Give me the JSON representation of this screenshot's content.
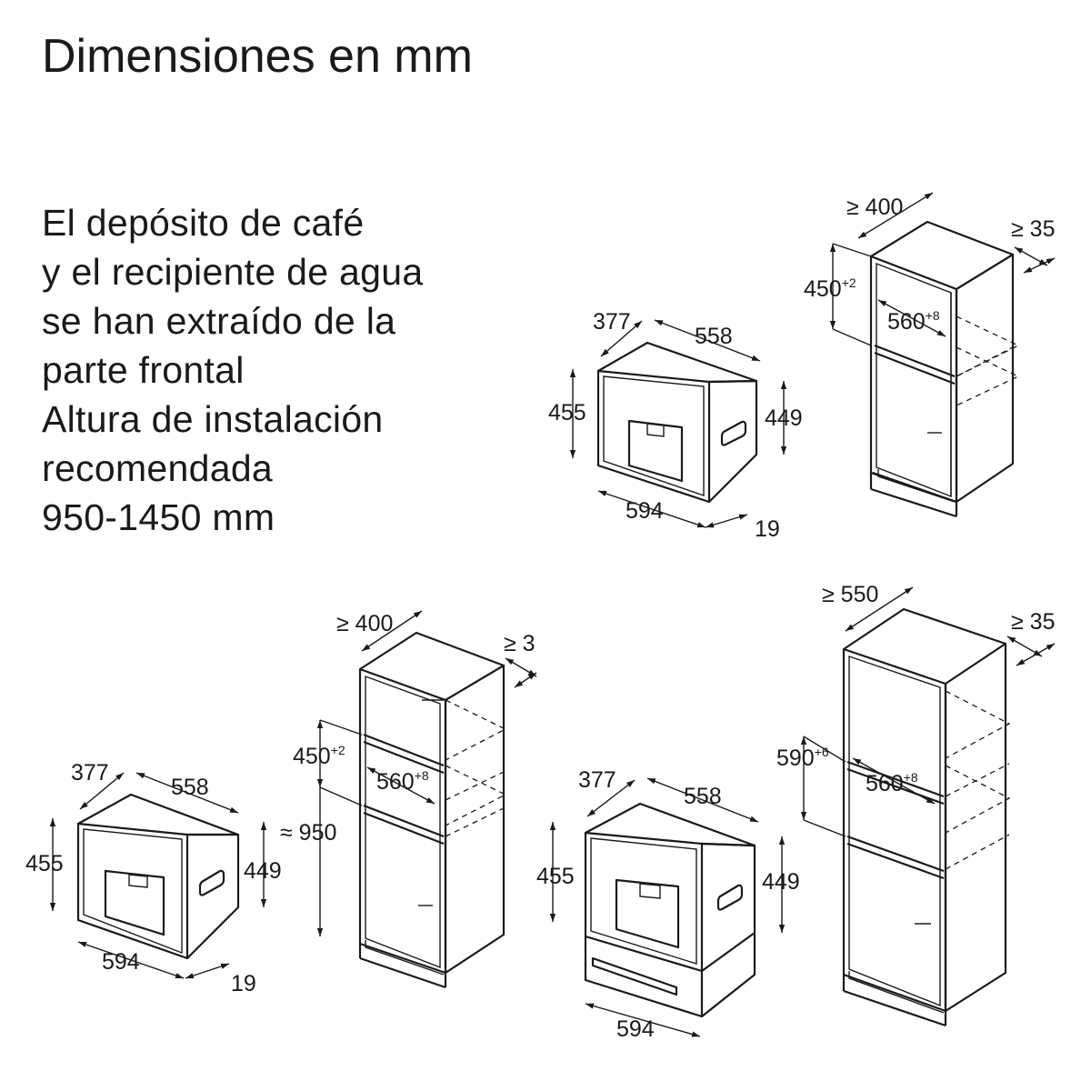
{
  "title": "Dimensiones en mm",
  "notes": [
    "El depósito de café",
    "y el recipiente de agua",
    "se han extraído de la",
    "parte frontal",
    "Altura de instalación",
    "recomendada",
    "950-1450 mm"
  ],
  "appliance_top": {
    "depth": "377",
    "width_top": "558",
    "height": "455",
    "height_side": "449",
    "width": "594",
    "panel": "19"
  },
  "cabinet_top": {
    "min_width": "≥ 400",
    "min_gap": "≥ 35",
    "niche_height": "450",
    "niche_height_tol": "+2",
    "niche_width": "560",
    "niche_width_tol": "+8"
  },
  "appliance_bl": {
    "depth": "377",
    "width_top": "558",
    "height": "455",
    "height_side": "449",
    "width": "594",
    "panel": "19"
  },
  "cabinet_bl": {
    "min_width": "≥ 400",
    "min_gap": "≥ 3",
    "niche_height": "450",
    "niche_height_tol": "+2",
    "niche_width": "560",
    "niche_width_tol": "+8",
    "install_height": "≈ 950"
  },
  "appliance_br": {
    "depth": "377",
    "width_top": "558",
    "height": "455",
    "height_side": "449",
    "width": "594"
  },
  "cabinet_br": {
    "min_width": "≥ 550",
    "min_gap": "≥ 35",
    "niche_height": "590",
    "niche_height_tol": "+6",
    "niche_width": "560",
    "niche_width_tol": "+8"
  }
}
